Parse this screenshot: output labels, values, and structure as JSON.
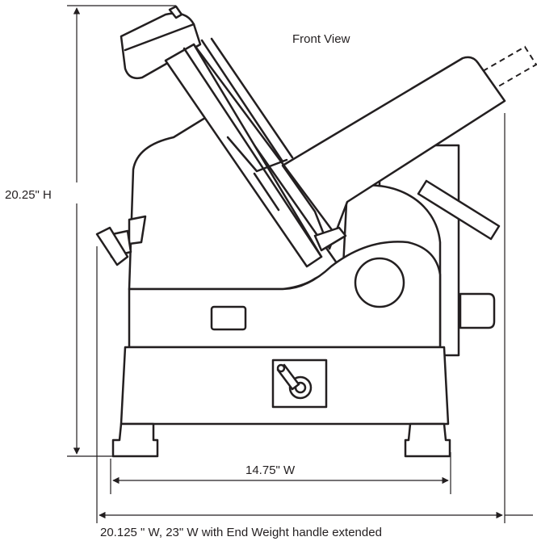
{
  "diagram": {
    "view_label": "Front View",
    "height_label": "20.25\" H",
    "base_width_label": "14.75\" W",
    "overall_width_label": "20.125 \" W, 23\" W with End Weight handle extended"
  }
}
